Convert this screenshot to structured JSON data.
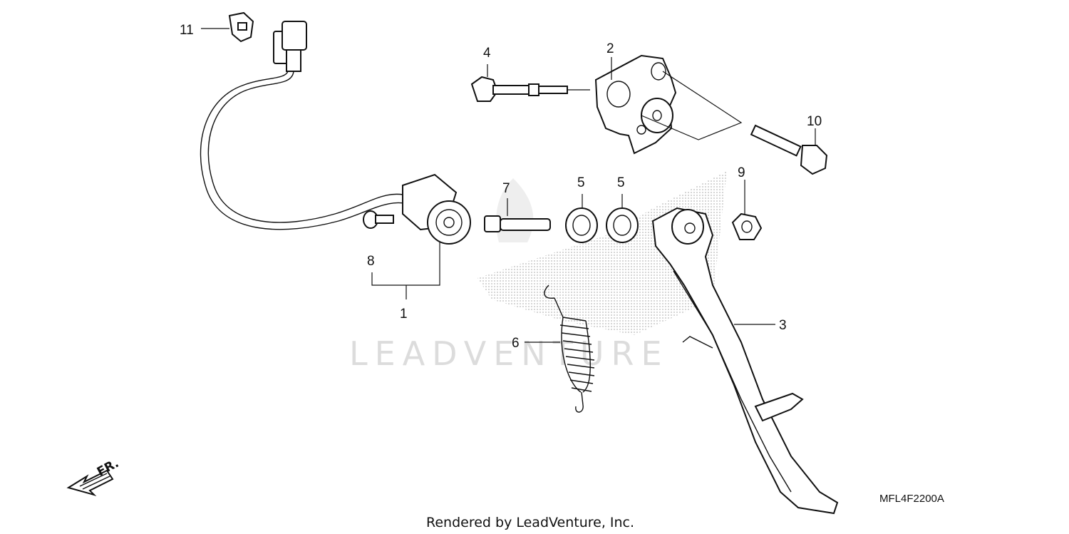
{
  "callouts": [
    {
      "id": "1",
      "text": "1"
    },
    {
      "id": "2",
      "text": "2"
    },
    {
      "id": "3",
      "text": "3"
    },
    {
      "id": "4",
      "text": "4"
    },
    {
      "id": "5a",
      "text": "5"
    },
    {
      "id": "5b",
      "text": "5"
    },
    {
      "id": "6",
      "text": "6"
    },
    {
      "id": "7",
      "text": "7"
    },
    {
      "id": "8",
      "text": "8"
    },
    {
      "id": "9",
      "text": "9"
    },
    {
      "id": "10",
      "text": "10"
    },
    {
      "id": "11",
      "text": "11"
    }
  ],
  "diagram_code": "MFL4F2200A",
  "credit": "Rendered by LeadVenture, Inc.",
  "watermark": "LEADVENTURE",
  "direction_label": "FR.",
  "colors": {
    "line": "#111111",
    "watermark": "#dcdcdc",
    "background": "#ffffff"
  },
  "icons": [
    "front-direction-arrow-icon",
    "honda-wing-watermark"
  ]
}
